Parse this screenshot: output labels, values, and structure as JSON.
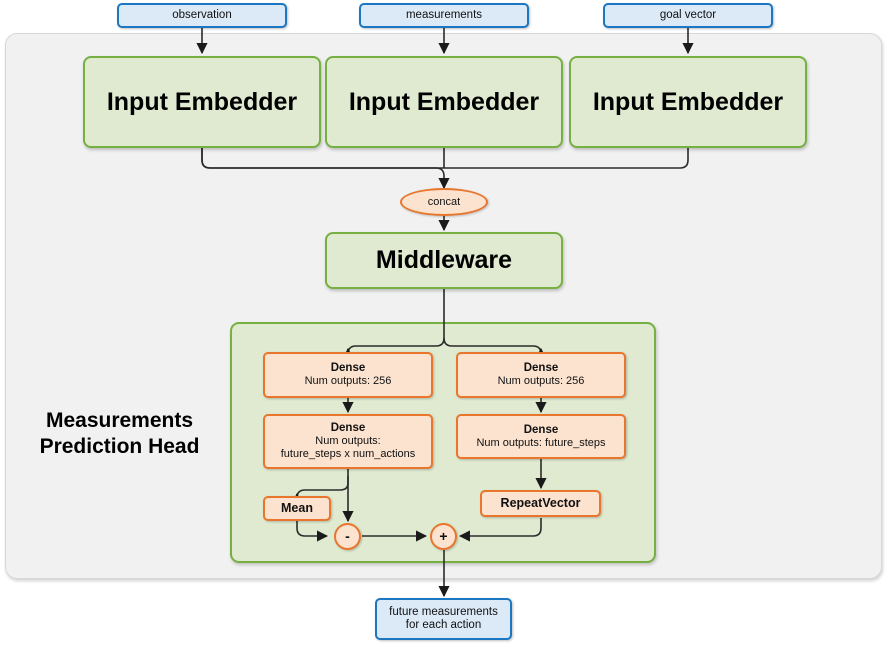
{
  "diagram": {
    "title": "Measurements Prediction Head network diagram",
    "inputs": [
      {
        "label": "observation"
      },
      {
        "label": "measurements"
      },
      {
        "label": "goal vector"
      }
    ],
    "embedders": [
      {
        "label": "Input Embedder"
      },
      {
        "label": "Input Embedder"
      },
      {
        "label": "Input Embedder"
      }
    ],
    "concat": {
      "label": "concat"
    },
    "middleware": {
      "label": "Middleware"
    },
    "head": {
      "label_line1": "Measurements",
      "label_line2": "Prediction Head",
      "left_branch": {
        "dense1": {
          "title": "Dense",
          "sub1": "Num outputs: 256"
        },
        "dense2": {
          "title": "Dense",
          "sub1": "Num outputs:",
          "sub2": "future_steps x num_actions"
        },
        "mean": {
          "label": "Mean"
        },
        "operator": {
          "label": "-"
        }
      },
      "right_branch": {
        "dense1": {
          "title": "Dense",
          "sub1": "Num outputs: 256"
        },
        "dense2": {
          "title": "Dense",
          "sub1": "Num outputs: future_steps"
        },
        "repeat_vector": {
          "label": "RepeatVector"
        }
      },
      "merge_operator": {
        "label": "+"
      }
    },
    "output": {
      "line1": "future measurements",
      "line2": "for each action"
    },
    "colors": {
      "panel_bg": "#f1f1f1",
      "green_fill": "#dfead0",
      "green_stroke": "#76b043",
      "orange_fill": "#fce3d0",
      "orange_stroke": "#e8762c",
      "blue_fill": "#dce9f7",
      "blue_stroke": "#1c77c3",
      "wire": "#2b2b2b"
    }
  }
}
